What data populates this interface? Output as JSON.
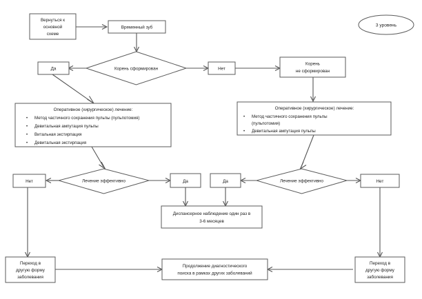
{
  "diagram": {
    "title_badge": "3 уровень",
    "nodes": {
      "return_scheme": [
        "Вернуться к",
        "основной",
        "схеме"
      ],
      "temporary_tooth": "Временный зуб",
      "root_formed_q": "Корень сформирован",
      "yes_left_top": "Да",
      "no_right_top": "Нет",
      "root_not_formed": [
        "Корень",
        "не сформирован"
      ],
      "treatment_left_head": "Оперативное (хирургическое)  лечение:",
      "treatment_left_items": [
        "Метод частичного сохранения пульпы (пульпотомия)",
        "Девитальная ампутация пульпы",
        "Витальная экстирпация",
        "Девитальная экстирпация"
      ],
      "treatment_right_head": "Оперативное (хирургическое)  лечение:",
      "treatment_right_items": [
        "Метод частичного сохранения пульпы",
        "(пульпотомия)",
        "Девитальная ампутация пульпы"
      ],
      "treatment_effective_left": "Лечение эффективно",
      "treatment_effective_right": "Лечение эффективно",
      "no_left_mid": "Нет",
      "yes_left_mid": "Да",
      "yes_right_mid": "Да",
      "no_right_mid": "Нет",
      "dispensary": [
        "Диспансерное наблюдение один раз в",
        "3-6 месяцев"
      ],
      "transition_left": [
        "Переход в",
        "другую форму",
        "заболевания"
      ],
      "transition_right": [
        "Переход в",
        "другую форму",
        "заболевания"
      ],
      "continue_search": [
        "Продолжение диагностического",
        "поиска в рамках других заболеваний"
      ]
    },
    "colors": {
      "stroke": "#5a5a5a",
      "edge": "#555555",
      "text": "#1a1a1a",
      "background": "#ffffff"
    }
  }
}
